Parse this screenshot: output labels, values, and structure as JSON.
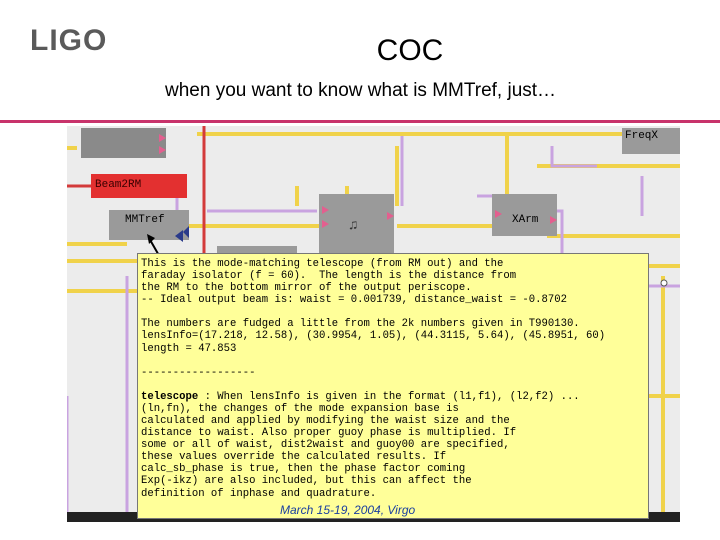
{
  "header": {
    "logo_text": "LIGO",
    "title": "COC",
    "subtitle": "when you want to know what is MMTref, just…"
  },
  "diagram": {
    "nodes": {
      "freqx": "FreqX",
      "beam2rm": "Beam2RM",
      "mmtref": "MMTref",
      "xarm": "XArm",
      "center_symbol": "♫"
    },
    "colors": {
      "canvas": "#ececec",
      "wire_yellow": "#f0d24a",
      "wire_violet": "#c9a3e0",
      "wire_red": "#d33a3a",
      "block_gray": "#8a8a8a",
      "block_red": "#e33030",
      "tooltip_bg": "#ffff99"
    }
  },
  "tooltip": {
    "lines": [
      "This is the mode-matching telescope (from RM out) and the",
      "faraday isolator (f = 60).  The length is the distance from",
      "the RM to the bottom mirror of the output periscope.",
      "-- Ideal output beam is: waist = 0.001739, distance_waist = -0.8702",
      "",
      "The numbers are fudged a little from the 2k numbers given in T990130.",
      "lensInfo=(17.218, 12.58), (30.9954, 1.05), (44.3115, 5.64), (45.8951, 60)",
      "length = 47.853",
      "",
      "------------------",
      "",
      "telescope : When lensInfo is given in the format (l1,f1), (l2,f2) ...",
      "(ln,fn), the changes of the mode expansion base is",
      "calculated and applied by modifying the waist size and the",
      "distance to waist. Also proper guoy phase is multiplied. If",
      "some or all of waist, dist2waist and guoy00 are specified,",
      "these values override the calculated results. If",
      "calc_sb_phase is true, then the phase factor coming",
      "Exp(-ikz) are also included, but this can affect the",
      "definition of inphase and quadrature."
    ]
  },
  "footer": {
    "text": "March 15-19, 2004, Virgo"
  }
}
